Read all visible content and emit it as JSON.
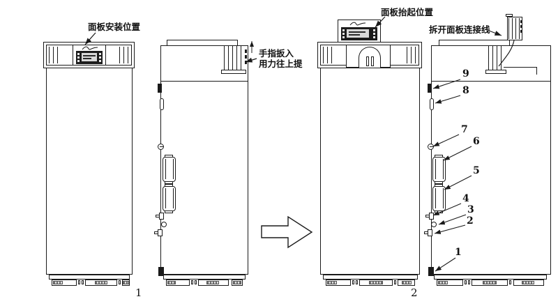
{
  "colors": {
    "line": "#1a1a1a",
    "background": "#ffffff",
    "screen": "#1c1c1c",
    "lcd": "#d9d9d9"
  },
  "labels": {
    "panel_install_position": "面板安装位置",
    "finger_pull_line1": "手指扳入",
    "finger_pull_line2": "用力往上提",
    "panel_lift_position": "面板抬起位置",
    "disconnect_panel_wire": "拆开面板连接线"
  },
  "figure_numbers": {
    "fig1": "1",
    "fig2": "2"
  },
  "callouts": [
    "9",
    "8",
    "7",
    "6",
    "5",
    "4",
    "3",
    "2",
    "1"
  ],
  "icons": {
    "lift_up_arrow": "↑",
    "process_flow_arrow": "⇨",
    "brand_logo_script": "∿"
  }
}
